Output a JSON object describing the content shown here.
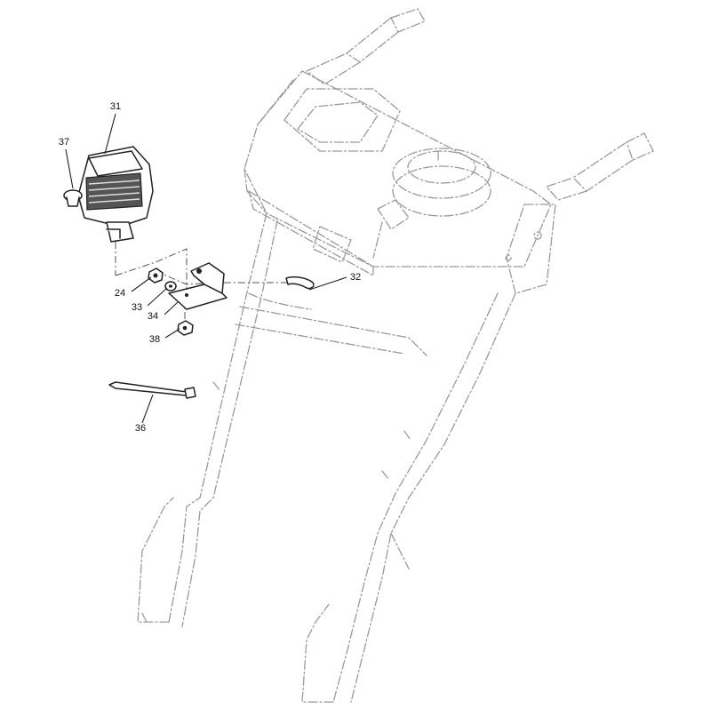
{
  "callouts": {
    "c31": "31",
    "c37": "37",
    "c24": "24",
    "c33": "33",
    "c34": "34",
    "c38": "38",
    "c32": "32",
    "c36": "36"
  }
}
